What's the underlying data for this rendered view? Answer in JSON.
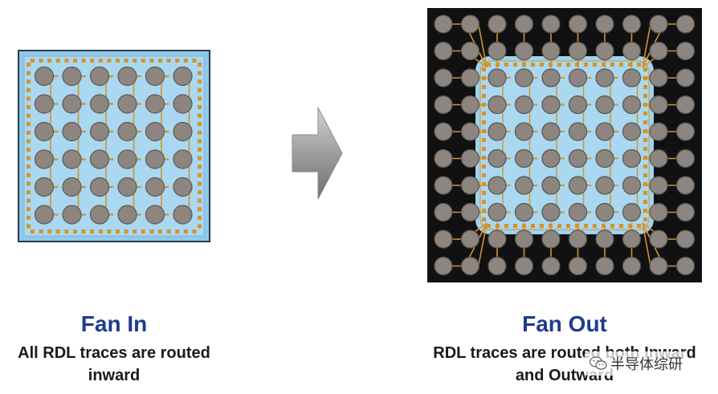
{
  "fan_in": {
    "title": "Fan In",
    "description": "All RDL traces are routed inward"
  },
  "fan_out": {
    "title": "Fan Out",
    "description": "RDL traces are routed both Inward and Outward"
  },
  "watermark": {
    "text": "半导体综研",
    "icon": "wechat-icon"
  },
  "colors": {
    "title_blue": "#1f3c8c",
    "die_blue": "#a9d8f0",
    "bump_gray": "#8c8580",
    "trace_copper": "#d6922c",
    "package_black": "#111111"
  }
}
